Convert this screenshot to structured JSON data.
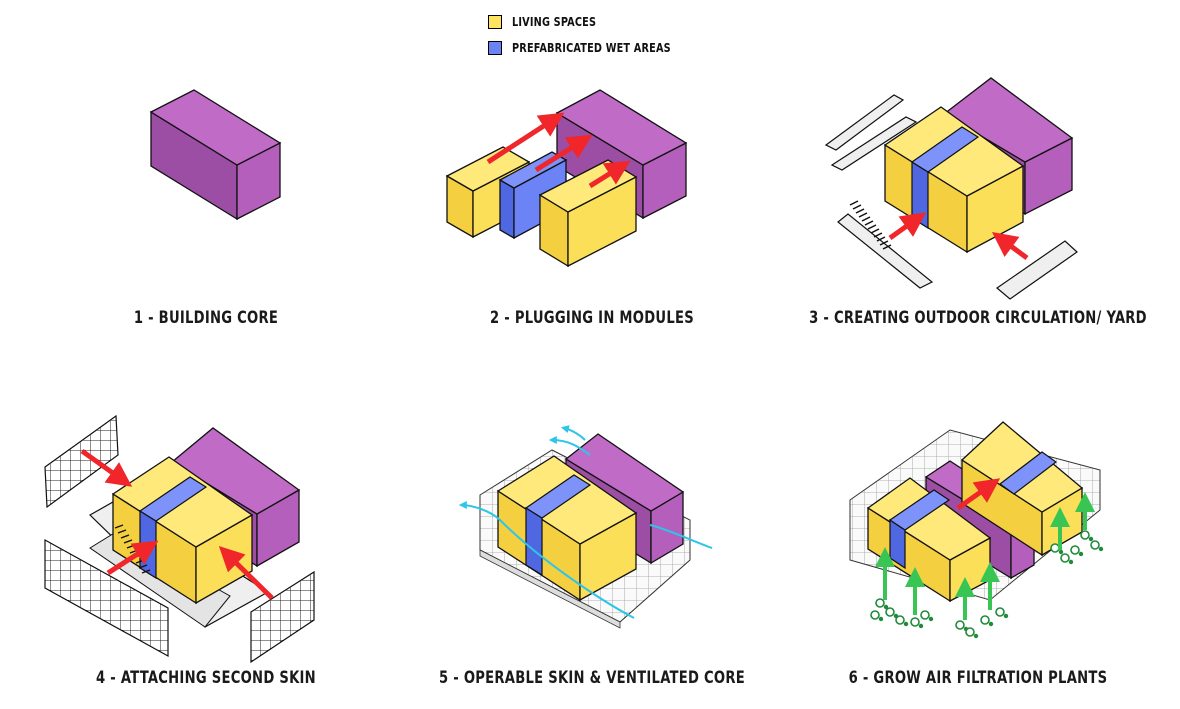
{
  "legend": [
    {
      "label": "LIVING SPACES",
      "color": "#FEE360"
    },
    {
      "label": "PREFABRICATED WET AREAS",
      "color": "#6B83F5"
    }
  ],
  "colors": {
    "core_top": "#C06CC6",
    "core_front": "#B45FBB",
    "core_side": "#9C4DA4",
    "living_top": "#FEE97A",
    "living_front": "#FCDF58",
    "living_side": "#F4D040",
    "wet_top": "#7D93FA",
    "wet_front": "#6B83F5",
    "wet_side": "#4F67E0",
    "arrow": "#F0262A",
    "air": "#2EC5E8",
    "plant": "#1F8A3A",
    "plant_arrow": "#39C553",
    "slab": "#EFEFEF"
  },
  "steps": [
    {
      "label": "1 - BUILDING CORE"
    },
    {
      "label": "2 - PLUGGING IN MODULES"
    },
    {
      "label": "3 - CREATING OUTDOOR CIRCULATION/ YARD"
    },
    {
      "label": "4 - ATTACHING SECOND SKIN"
    },
    {
      "label": "5 - OPERABLE SKIN & VENTILATED CORE"
    },
    {
      "label": "6 - GROW AIR FILTRATION PLANTS"
    }
  ]
}
